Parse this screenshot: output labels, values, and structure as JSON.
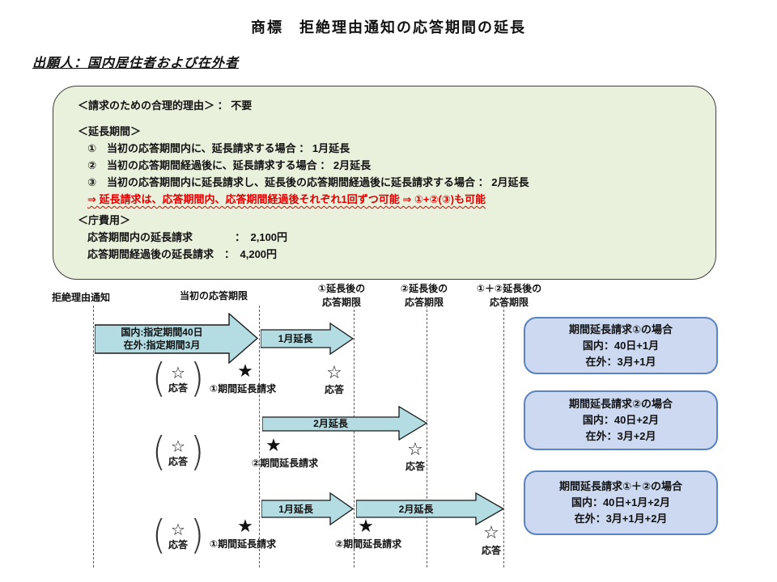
{
  "title": "商標　拒絶理由通知の応答期間の延長",
  "subtitle": "出願人：国内居住者および在外者",
  "info_panel": {
    "reason_line": "＜請求のための合理的理由＞ ： 不要",
    "extension_header": "＜延長期間＞",
    "items": [
      "①　当初の応答期間内に、延長請求する場合 ： 1月延長",
      "②　当初の応答期間経過後に、延長請求する場合 ： 2月延長",
      "③　当初の応答期間内に延長請求し、延長後の応答期間経過後に延長請求する場合 ： 2月延長"
    ],
    "note": "⇒ 延長請求は、応答期間内、応答期間経過後それぞれ1回ずつ可能 ⇒ ①+②(③)も可能",
    "fee_header": "＜庁費用＞",
    "fee_lines": [
      "応答期間内の延長請求　　　　：　2,100円",
      "応答期間経過後の延長請求　：　4,200円"
    ]
  },
  "timeline": {
    "milestones": [
      "拒絶理由通知",
      "当初の応答期限",
      "①延長後の\n応答期限",
      "②延長後の\n応答期限",
      "①＋②延長後の\n応答期限"
    ],
    "arrows": {
      "initial": "国内:指定期間40日\n在外:指定期間3月",
      "one_month": "1月延長",
      "two_month": "2月延長"
    },
    "stars": {
      "respond": "応答",
      "request1": "①期間延長請求",
      "request2": "②期間延長請求"
    }
  },
  "icons": {
    "star_open": "☆",
    "star_filled": "★",
    "paren_open": "(",
    "paren_close": ")"
  },
  "cases": [
    {
      "title": "期間延長請求①の場合",
      "domestic": "国内：40日+1月",
      "abroad": "在外：3月+1月"
    },
    {
      "title": "期間延長請求②の場合",
      "domestic": "国内：40日+2月",
      "abroad": "在外：3月+2月"
    },
    {
      "title": "期間延長請求①＋②の場合",
      "domestic": "国内：40日+1月+2月",
      "abroad": "在外：3月+1月+2月"
    }
  ],
  "colors": {
    "panel_green": "#e9f0dc",
    "arrow_teal": "#b3dde3",
    "case_fill": "#ccd9f0",
    "case_border": "#5b83c0",
    "note_red": "#e00000"
  }
}
